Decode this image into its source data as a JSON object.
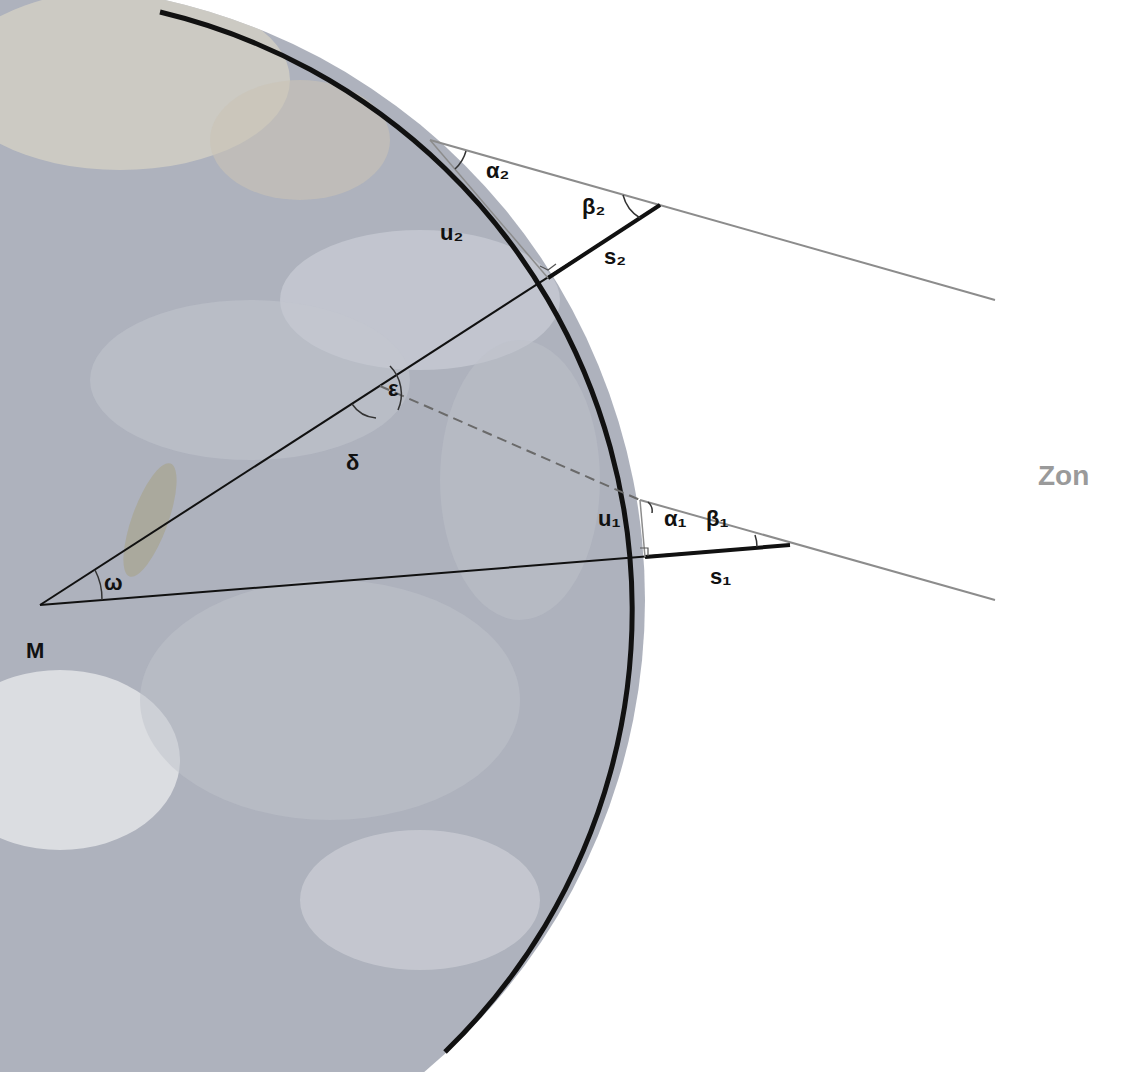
{
  "diagram": {
    "labels": [
      "α₂",
      "β₂",
      "u₂",
      "s₂",
      "ε",
      "δ",
      "ω",
      "M",
      "u₁",
      "α₁",
      "β₁",
      "s₁",
      "Zon"
    ]
  }
}
